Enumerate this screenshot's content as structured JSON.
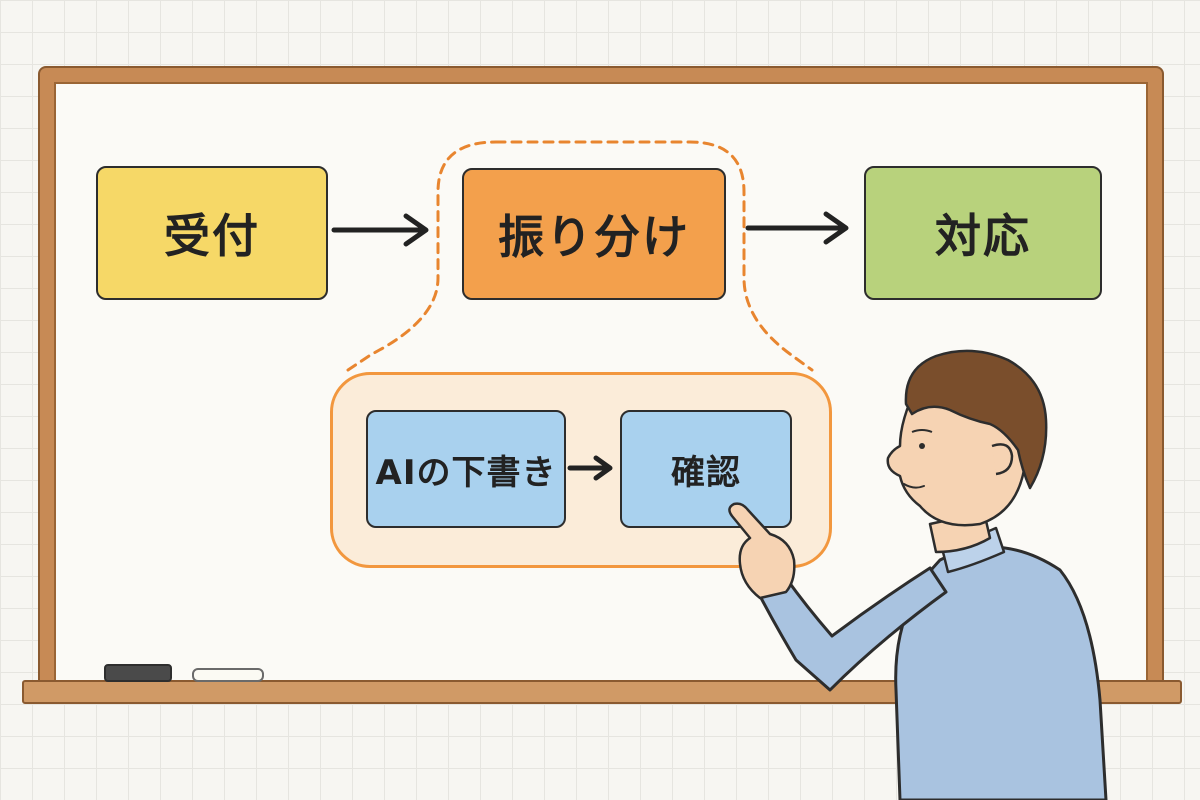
{
  "diagram": {
    "main_flow": {
      "step1": "受付",
      "step2": "振り分け",
      "step3": "対応"
    },
    "sub_flow": {
      "step1": "AIの下書き",
      "step2": "確認"
    }
  },
  "colors": {
    "step1": "#f6d867",
    "step2": "#f3a04c",
    "step3": "#b8d27c",
    "sub_steps": "#a9d1ee",
    "highlight": "#f2973e",
    "board_frame": "#c78a55"
  }
}
